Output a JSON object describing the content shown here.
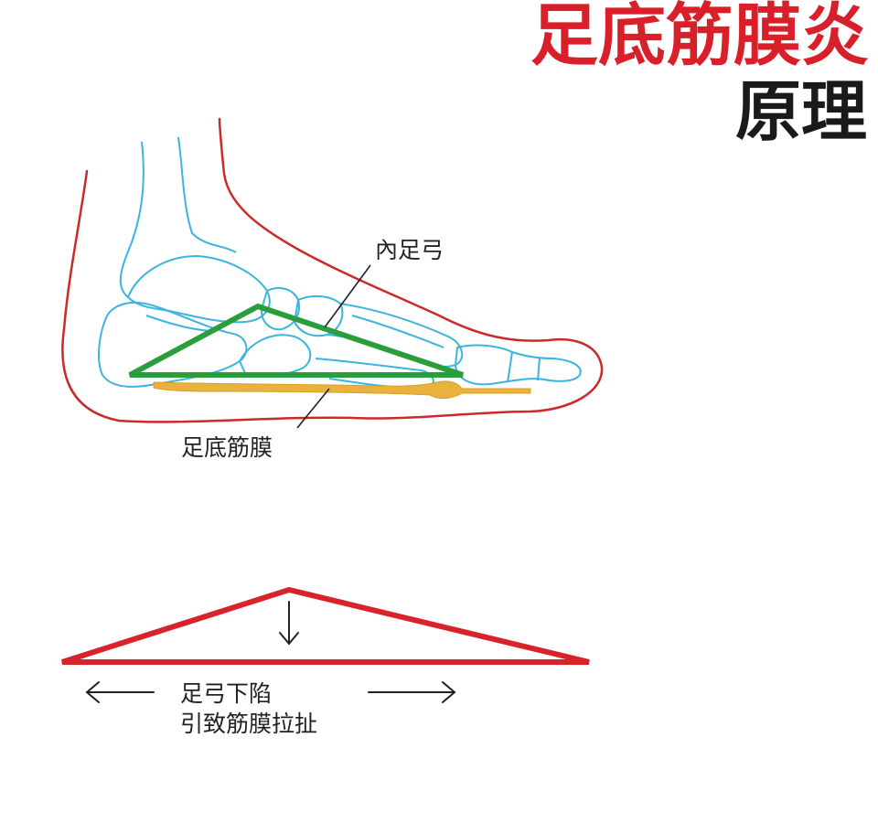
{
  "title": {
    "main": "足底筋膜炎",
    "sub": "原理"
  },
  "labels": {
    "inner_arch": "內足弓",
    "plantar_fascia": "足底筋膜",
    "caption_line1": "足弓下陷",
    "caption_line2": "引致筋膜拉扯"
  },
  "colors": {
    "title_red": "#d9202a",
    "title_black": "#1a1a1a",
    "skin_outline": "#cc2a2a",
    "bone_outline": "#3bb4de",
    "arch_triangle": "#2a9e3a",
    "fascia": "#e8b23c",
    "flattened_triangle": "#d8232a",
    "ink": "#222222"
  }
}
